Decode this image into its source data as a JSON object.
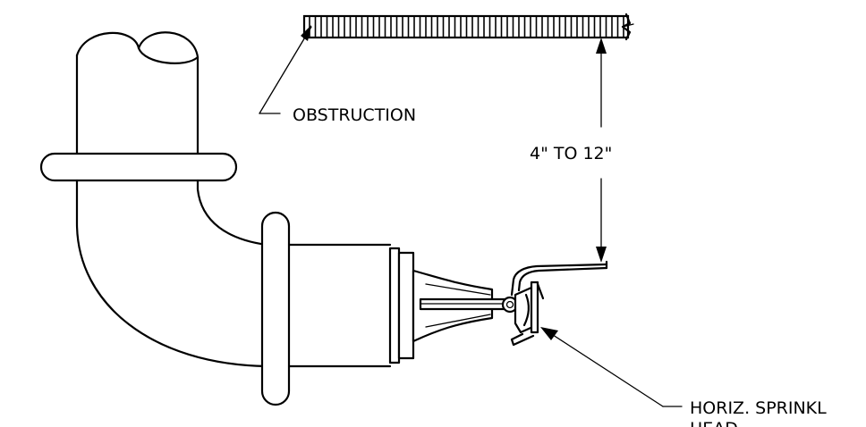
{
  "labels": {
    "obstruction": "OBSTRUCTION",
    "dimension": "4\" TO 12\"",
    "sprinkler_line1": "HORIZ. SPRINKL",
    "sprinkler_line2": "HEAD"
  }
}
